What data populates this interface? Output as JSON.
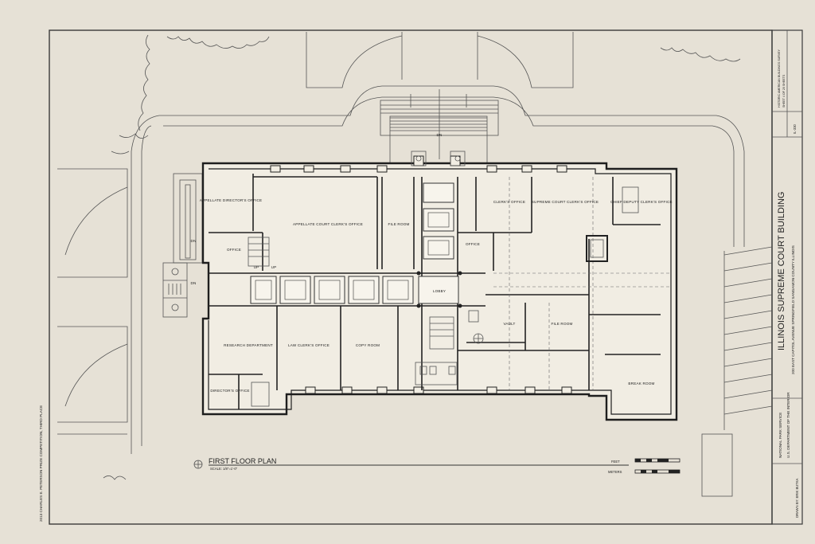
{
  "drawing": {
    "title": "FIRST FLOOR PLAN",
    "scale": "SCALE: 1/8\"=1'-0\"",
    "feet_label": "FEET",
    "meters_label": "METERS",
    "up_down": {
      "dn_top": "DN",
      "dn_left": "DN",
      "dn_left2": "DN",
      "up1": "UP",
      "up2": "UP"
    }
  },
  "title_block": {
    "building_name": "ILLINOIS SUPREME COURT BUILDING",
    "address": "200 EAST CAPITOL AVENUE   SPRINGFIELD   SANGAMON COUNTY   ILLINOIS",
    "drawn_by": "DRAWN BY: ERIK BUTKA",
    "agency_1": "NATIONAL PARK SERVICE",
    "agency_2": "U.S. DEPARTMENT OF THE INTERIOR",
    "sheet_label": "HISTORIC AMERICAN BUILDINGS SURVEY",
    "sheet_of": "SHEET 4 OF 20 SHEETS",
    "survey_no": "IL-330"
  },
  "competition_note": "2013 CHARLES E. PETERSON PRIZE COMPETITION, THIRD PLACE",
  "rooms": {
    "appellate_director": "APPELLATE DIRECTOR'S OFFICE",
    "appellate_clerk": "APPELLATE COURT CLERK'S OFFICE",
    "file_room_1": "FILE ROOM",
    "clerks_office": "CLERK'S OFFICE",
    "supreme_clerk": "SUPREME COURT CLERK'S OFFICE",
    "chief_deputy": "CHIEF DEPUTY CLERK'S OFFICE",
    "office_1": "OFFICE",
    "office_2": "OFFICE",
    "lobby": "LOBBY",
    "research": "RESEARCH DEPARTMENT",
    "law_clerks": "LAW CLERK'S OFFICE",
    "copy_room": "COPY ROOM",
    "vault": "VAULT",
    "file_room_2": "FILE ROOM",
    "directors_office": "DIRECTOR'S OFFICE",
    "break_room": "BREAK ROOM"
  }
}
